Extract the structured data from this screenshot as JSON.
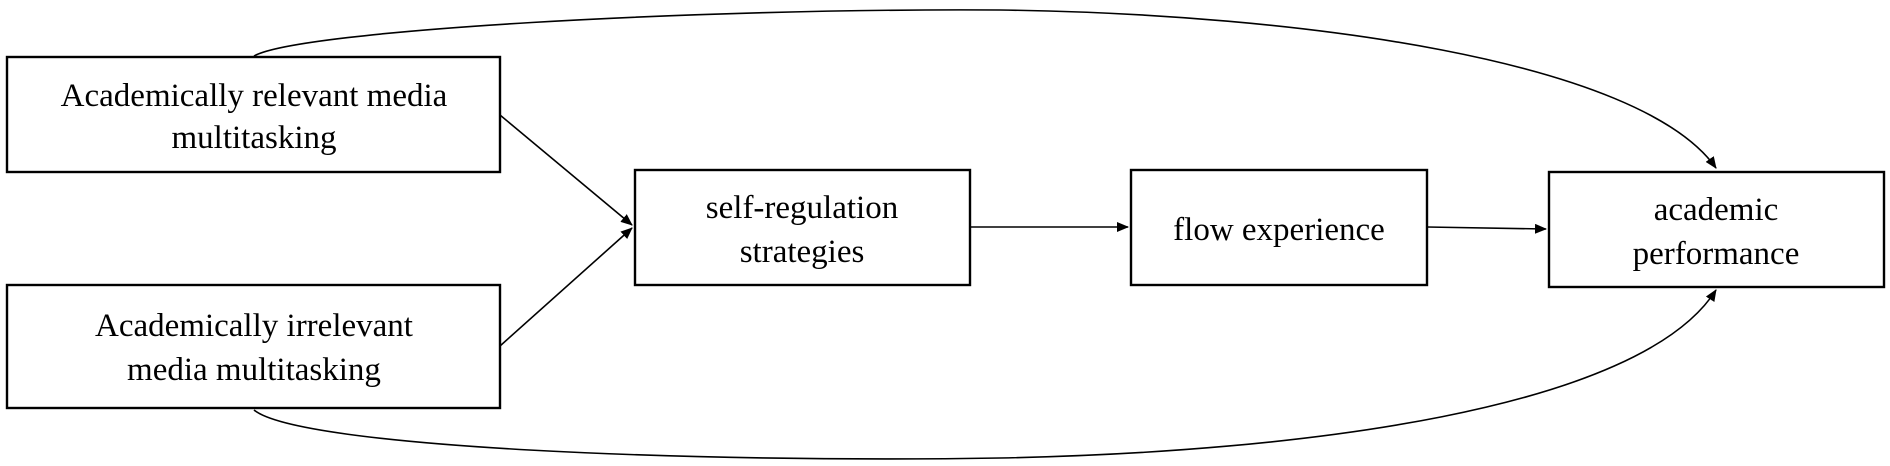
{
  "diagram": {
    "nodes": {
      "relevant": {
        "line1": "Academically relevant media",
        "line2": "multitasking"
      },
      "irrelevant": {
        "line1": "Academically irrelevant",
        "line2": "media multitasking"
      },
      "self_regulation": {
        "line1": "self-regulation",
        "line2": "strategies"
      },
      "flow": {
        "line1": "flow experience"
      },
      "performance": {
        "line1": "academic",
        "line2": "performance"
      }
    },
    "edges": [
      {
        "from": "relevant",
        "to": "self_regulation"
      },
      {
        "from": "irrelevant",
        "to": "self_regulation"
      },
      {
        "from": "self_regulation",
        "to": "flow"
      },
      {
        "from": "flow",
        "to": "performance"
      },
      {
        "from": "relevant",
        "to": "performance"
      },
      {
        "from": "irrelevant",
        "to": "performance"
      }
    ],
    "colors": {
      "stroke": "#000000",
      "background": "#ffffff"
    }
  }
}
